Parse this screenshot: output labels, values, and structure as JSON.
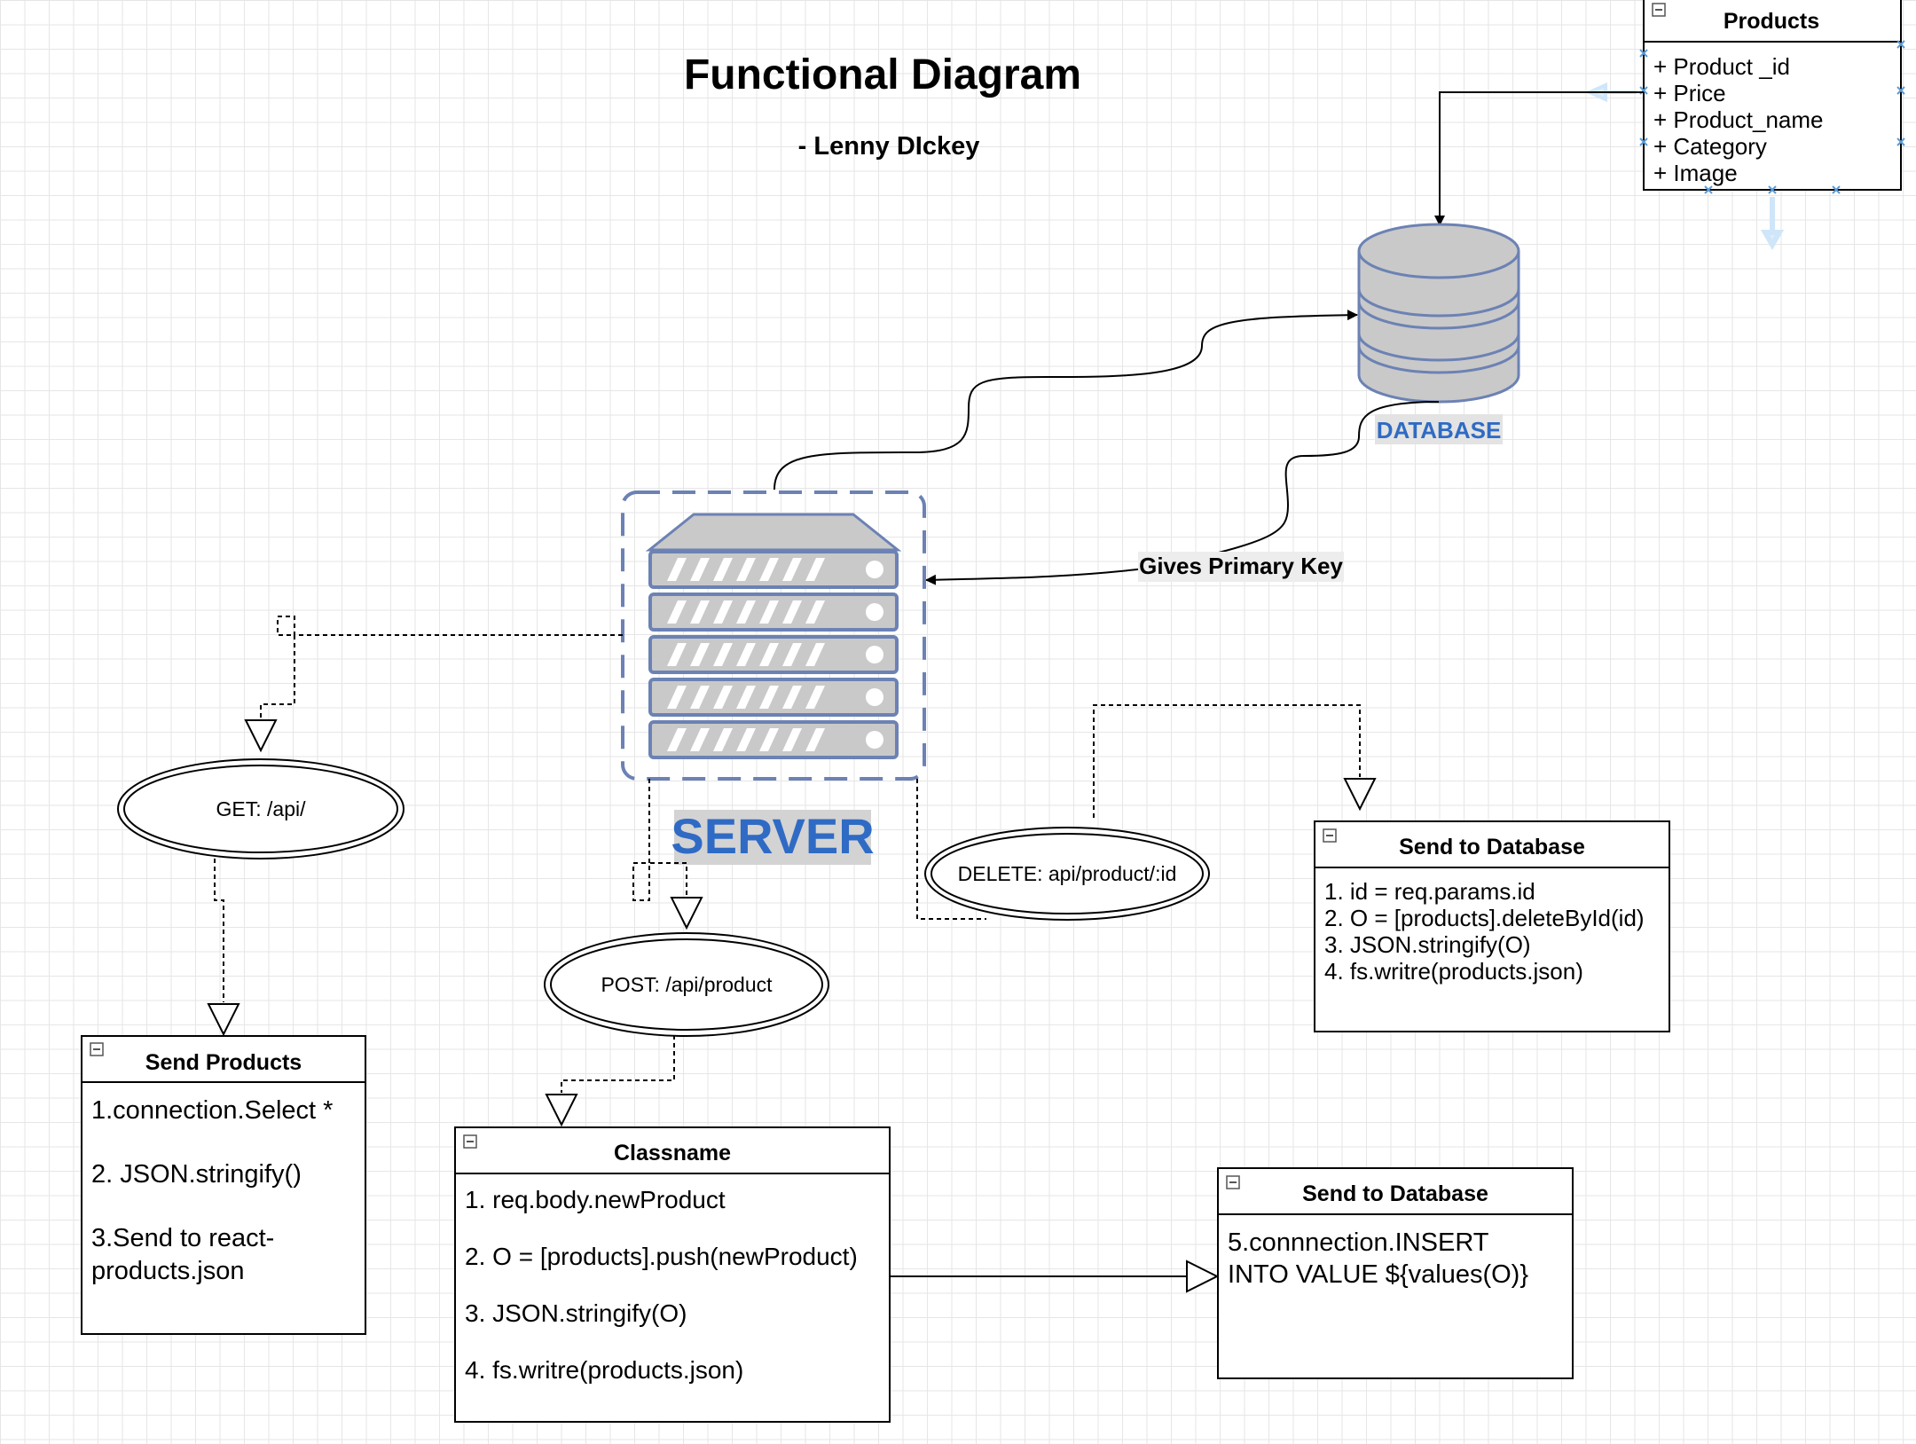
{
  "title": "Functional Diagram",
  "subtitle": "- Lenny DIckey",
  "products": {
    "header": "Products",
    "fields": [
      "+ Product _id",
      "+ Price",
      "+ Product_name",
      "+ Category",
      "+ Image"
    ]
  },
  "database_label": "DATABASE",
  "server_label": "SERVER",
  "gives_primary_key": "Gives Primary Key",
  "endpoints": {
    "get": "GET: /api/",
    "post": "POST: /api/product",
    "delete": "DELETE: api/product/:id"
  },
  "send_products": {
    "header": "Send Products",
    "lines": [
      "1.connection.Select *",
      "2. JSON.stringify()",
      "3.Send to react-",
      "products.json"
    ]
  },
  "classname": {
    "header": "Classname",
    "lines": [
      "1. req.body.newProduct",
      "2. O = [products].push(newProduct)",
      "3. JSON.stringify(O)",
      "4. fs.writre(products.json)"
    ]
  },
  "send_db_insert": {
    "header": "Send to Database",
    "lines": [
      "5.connnection.INSERT",
      "INTO VALUE ${values(O)}"
    ]
  },
  "send_db_delete": {
    "header": "Send to Database",
    "lines": [
      "1. id = req.params.id",
      "2. O = [products].deleteById(id)",
      "3. JSON.stringify(O)",
      "4. fs.writre(products.json)"
    ]
  },
  "colors": {
    "accent_blue": "#2f6bc4",
    "server_stroke": "#6c82b4",
    "server_fill": "#c9c9c9",
    "label_bg": "#d3d3d3"
  }
}
